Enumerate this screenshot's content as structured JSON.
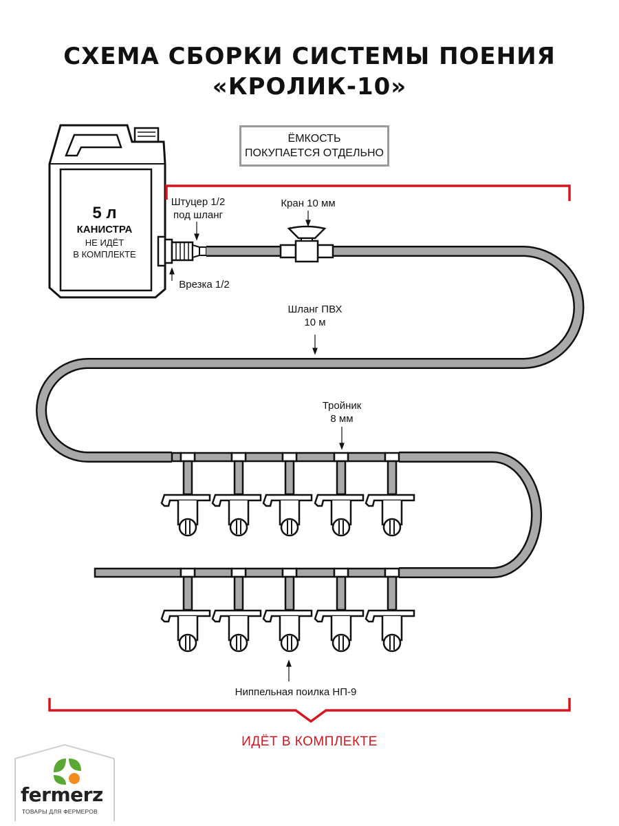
{
  "title": {
    "line1": "СХЕМА СБОРКИ СИСТЕМЫ ПОЕНИЯ",
    "line2": "«КРОЛИК-10»"
  },
  "note_box": {
    "line1": "ЁМКОСТЬ",
    "line2": "ПОКУПАЕТСЯ ОТДЕЛЬНО"
  },
  "canister": {
    "volume": "5 л",
    "name": "КАНИСТРА",
    "note_line1": "НЕ ИДЁТ",
    "note_line2": "В КОМПЛЕКТЕ"
  },
  "labels": {
    "fitting": {
      "line1": "Штуцер 1/2",
      "line2": "под шланг"
    },
    "tap": "Кран 10 мм",
    "insert": "Врезка 1/2",
    "hose": {
      "line1": "Шланг ПВХ",
      "line2": "10 м"
    },
    "tee": {
      "line1": "Тройник",
      "line2": "8 мм"
    },
    "drinker": "Ниппельная поилка НП-9"
  },
  "included_label": "ИДЁТ В КОМПЛЕКТЕ",
  "brand": {
    "name": "fermerz",
    "tagline": "ТОВАРЫ ДЛЯ ФЕРМЕРОВ"
  },
  "colors": {
    "hose_fill": "#a9a9a9",
    "outline": "#111111",
    "bracket_red": "#d5141e",
    "logo_green": "#5aa832",
    "logo_orange": "#f28c1c"
  },
  "icons": {
    "canister": "canister-icon",
    "tap": "valve-icon",
    "tee": "tee-connector-icon",
    "drinker": "nipple-drinker-icon",
    "logo": "leaf-logo-icon"
  }
}
